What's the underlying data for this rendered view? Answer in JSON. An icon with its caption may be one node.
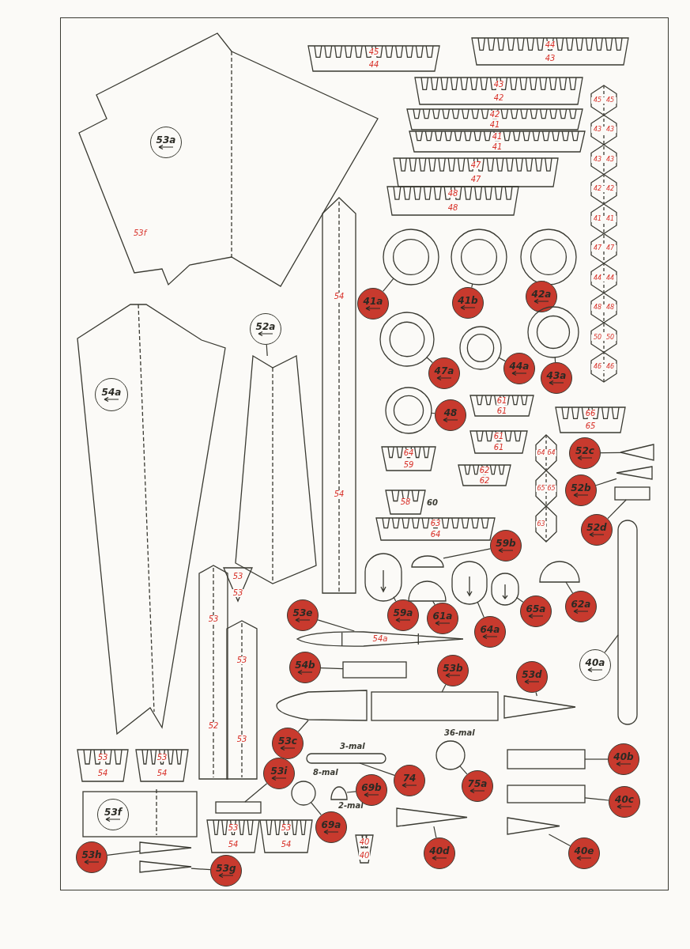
{
  "diagram": {
    "nodes": [
      {
        "text": [
          "45",
          "44"
        ]
      },
      {
        "text": [
          "44",
          "43"
        ]
      },
      {
        "text": [
          "43",
          "42"
        ]
      },
      {
        "text": [
          "42",
          "41"
        ]
      },
      {
        "text": [
          "41",
          "41"
        ]
      },
      {
        "text": [
          "47",
          "47"
        ]
      },
      {
        "text": [
          "48",
          "48"
        ]
      },
      {
        "text": [
          "45",
          "45",
          "43",
          "43",
          "43",
          "43",
          "42",
          "42",
          "41",
          "41",
          "47",
          "47",
          "44",
          "44",
          "48",
          "48",
          "50",
          "50",
          "46",
          "46"
        ]
      },
      {
        "text": [
          "53f"
        ]
      },
      {
        "text": [
          "53a"
        ],
        "in": 8
      },
      {
        "text": [
          "54",
          "54"
        ]
      },
      {
        "text": [],
        "shape": "ring"
      },
      {
        "text": [
          "41a"
        ]
      },
      {
        "text": [],
        "shape": "ring"
      },
      {
        "text": [
          "41b"
        ]
      },
      {
        "text": [],
        "shape": "ring"
      },
      {
        "text": [
          "42a"
        ]
      },
      {
        "text": [],
        "shape": "ring"
      },
      {
        "text": [
          "47a"
        ]
      },
      {
        "text": [],
        "shape": "ring"
      },
      {
        "text": [
          "44a"
        ]
      },
      {
        "text": [],
        "shape": "ring"
      },
      {
        "text": [
          "43a"
        ]
      },
      {
        "text": [],
        "shape": "ring"
      },
      {
        "text": [
          "48"
        ]
      },
      {
        "text": [
          "61",
          "61"
        ]
      },
      {
        "text": [
          "66",
          "65"
        ]
      },
      {
        "text": [
          "61",
          "61"
        ]
      },
      {
        "text": [
          "64",
          "59"
        ]
      },
      {
        "text": [
          "62",
          "62"
        ]
      },
      {
        "text": [
          "64",
          "64",
          "65",
          "65",
          "63"
        ]
      },
      {
        "text": [
          "52c"
        ]
      },
      {
        "text": [],
        "shape": "wedge"
      },
      {
        "text": [
          "52b"
        ]
      },
      {
        "text": [],
        "shape": "wedge"
      },
      {
        "text": [
          "52d"
        ]
      },
      {
        "text": [],
        "shape": "box"
      },
      {
        "text": [
          "58"
        ],
        "beside": [
          "60"
        ]
      },
      {
        "text": [
          "63",
          "64"
        ]
      },
      {
        "text": [],
        "shape": "panel"
      },
      {
        "text": [
          "54a"
        ],
        "in": 39
      },
      {
        "text": [
          "52a"
        ]
      },
      {
        "text": [],
        "shape": "panel"
      },
      {
        "text": [
          "53",
          "53"
        ]
      },
      {
        "text": [
          "53",
          "52"
        ]
      },
      {
        "text": [
          "53",
          "53"
        ]
      },
      {
        "text": [
          "59b"
        ]
      },
      {
        "text": [],
        "shape": "half-circle"
      },
      {
        "text": [],
        "shape": "oval"
      },
      {
        "text": [
          "59a"
        ]
      },
      {
        "text": [],
        "shape": "half-circle"
      },
      {
        "text": [
          "61a"
        ]
      },
      {
        "text": [],
        "shape": "oval"
      },
      {
        "text": [
          "64a"
        ]
      },
      {
        "text": [],
        "shape": "oval"
      },
      {
        "text": [
          "65a"
        ]
      },
      {
        "text": [],
        "shape": "half-circle"
      },
      {
        "text": [
          "62a"
        ]
      },
      {
        "text": [],
        "shape": "bar"
      },
      {
        "text": [
          "40a"
        ]
      },
      {
        "text": [
          "53e"
        ]
      },
      {
        "text": [
          "54a"
        ]
      },
      {
        "text": [
          "54b"
        ]
      },
      {
        "text": [],
        "shape": "box"
      },
      {
        "text": [],
        "shape": "nose"
      },
      {
        "text": [],
        "shape": "box"
      },
      {
        "text": [],
        "shape": "cone"
      },
      {
        "text": [
          "53b"
        ]
      },
      {
        "text": [
          "53d"
        ]
      },
      {
        "text": [
          "53c"
        ]
      },
      {
        "text": [
          "53",
          "54"
        ]
      },
      {
        "text": [
          "53",
          "54"
        ]
      },
      {
        "text": [],
        "shape": "bar",
        "beside": [
          "3-mal"
        ]
      },
      {
        "text": [],
        "shape": "circle",
        "beside": [
          "36-mal"
        ]
      },
      {
        "text": [
          "74"
        ]
      },
      {
        "text": [
          "75a"
        ]
      },
      {
        "text": [],
        "shape": "box"
      },
      {
        "text": [
          "40b"
        ]
      },
      {
        "text": [
          "53i"
        ]
      },
      {
        "text": [],
        "shape": "circle",
        "beside": [
          "8-mal"
        ]
      },
      {
        "text": [],
        "shape": "half-circle",
        "beside": [
          "2-mal"
        ]
      },
      {
        "text": [
          "69b"
        ]
      },
      {
        "text": [],
        "shape": "box"
      },
      {
        "text": [
          "40c"
        ]
      },
      {
        "text": [],
        "shape": "box"
      },
      {
        "text": [
          "53f"
        ],
        "in": 84
      },
      {
        "text": [],
        "shape": "box"
      },
      {
        "text": [
          "69a"
        ]
      },
      {
        "text": [],
        "shape": "cone"
      },
      {
        "text": [],
        "shape": "cone"
      },
      {
        "text": [
          "53",
          "54"
        ]
      },
      {
        "text": [
          "53",
          "54"
        ]
      },
      {
        "text": [
          "40",
          "40"
        ]
      },
      {
        "text": [
          "53h"
        ]
      },
      {
        "text": [],
        "shape": "cone"
      },
      {
        "text": [],
        "shape": "cone"
      },
      {
        "text": [
          "40d"
        ]
      },
      {
        "text": [
          "40e"
        ]
      },
      {
        "text": [
          "53g"
        ]
      }
    ],
    "edges": [
      {
        "from": 12,
        "to": 11,
        "arrow": "none"
      },
      {
        "from": 14,
        "to": 13,
        "arrow": "none"
      },
      {
        "from": 16,
        "to": 15,
        "arrow": "none"
      },
      {
        "from": 18,
        "to": 17,
        "arrow": "none"
      },
      {
        "from": 20,
        "to": 19,
        "arrow": "none"
      },
      {
        "from": 22,
        "to": 21,
        "arrow": "none"
      },
      {
        "from": 24,
        "to": 23,
        "arrow": "none"
      },
      {
        "from": 31,
        "to": 32,
        "arrow": "none"
      },
      {
        "from": 33,
        "to": 34,
        "arrow": "none"
      },
      {
        "from": 35,
        "to": 36,
        "arrow": "none"
      },
      {
        "from": 41,
        "to": 42,
        "arrow": "none"
      },
      {
        "from": 46,
        "to": 47,
        "arrow": "none"
      },
      {
        "from": 49,
        "to": 48,
        "arrow": "none"
      },
      {
        "from": 51,
        "to": 50,
        "arrow": "none"
      },
      {
        "from": 53,
        "to": 52,
        "arrow": "none"
      },
      {
        "from": 55,
        "to": 54,
        "arrow": "none"
      },
      {
        "from": 57,
        "to": 56,
        "arrow": "none"
      },
      {
        "from": 59,
        "to": 58,
        "arrow": "none"
      },
      {
        "from": 60,
        "to": 61,
        "arrow": "none"
      },
      {
        "from": 62,
        "to": 63,
        "arrow": "none"
      },
      {
        "from": 67,
        "to": 65,
        "arrow": "none"
      },
      {
        "from": 68,
        "to": 66,
        "arrow": "none"
      },
      {
        "from": 69,
        "to": 64,
        "arrow": "none"
      },
      {
        "from": 74,
        "to": 72,
        "arrow": "none"
      },
      {
        "from": 75,
        "to": 73,
        "arrow": "none"
      },
      {
        "from": 77,
        "to": 76,
        "arrow": "none"
      },
      {
        "from": 78,
        "to": 86,
        "arrow": "none"
      },
      {
        "from": 81,
        "to": 80,
        "arrow": "none"
      },
      {
        "from": 83,
        "to": 82,
        "arrow": "none"
      },
      {
        "from": 87,
        "to": 79,
        "arrow": "none"
      },
      {
        "from": 96,
        "to": 88,
        "arrow": "none"
      },
      {
        "from": 97,
        "to": 89,
        "arrow": "none"
      },
      {
        "from": 93,
        "to": 94,
        "arrow": "none"
      },
      {
        "from": 98,
        "to": 95,
        "arrow": "none"
      }
    ]
  }
}
